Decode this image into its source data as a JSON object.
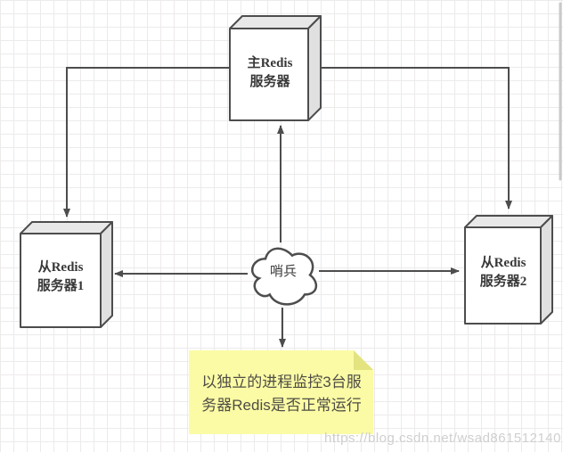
{
  "diagram": {
    "title_context": "redis-sentinel-architecture-diagram",
    "master": {
      "label": "主Redis\n服务器"
    },
    "slave1": {
      "label": "从Redis\n服务器1"
    },
    "slave2": {
      "label": "从Redis\n服务器2"
    },
    "sentinel": {
      "label": "哨兵"
    },
    "note": {
      "text": "以独立的进程监控3台服\n务器Redis是否正常运行"
    },
    "watermark": "https://blog.csdn.net/wsad861512140",
    "colors": {
      "stroke": "#4d4d4d",
      "box_front_fill": "#ffffff",
      "box_top_fill": "#e8e8e8",
      "box_side_fill": "#e0e0e0",
      "note_fill": "#fbfba6",
      "note_fold": "#e3e380",
      "grid_line": "#edeaea",
      "label_text": "#383838",
      "note_text": "#4f4d45",
      "watermark_text": "#cfcfcf",
      "scrollbar": "#c9c9c9"
    }
  }
}
